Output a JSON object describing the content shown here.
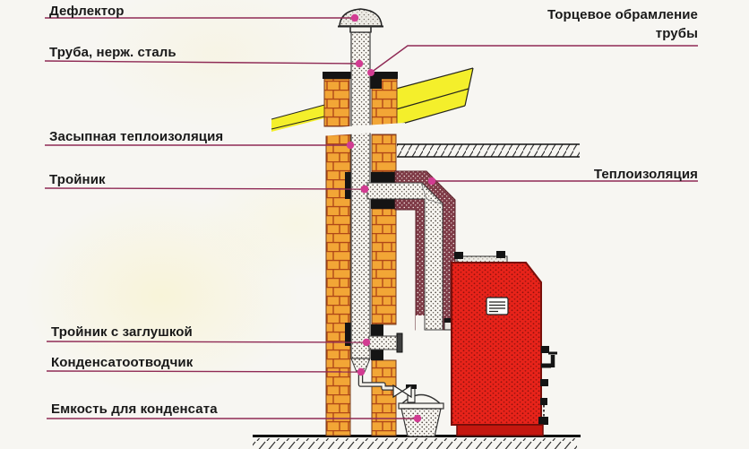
{
  "diagram": {
    "labels": {
      "deflector": "Дефлектор",
      "pipe_steel": "Труба, нерж. сталь",
      "backfill_insulation": "Засыпная теплоизоляция",
      "tee": "Тройник",
      "end_framing": "Торцевое обрамление трубы",
      "insulation": "Теплоизоляция",
      "tee_with_plug": "Тройник с заглушкой",
      "condensate_trap": "Конденсатоотводчик",
      "condensate_tank": "Емкость для конденсата"
    },
    "colors": {
      "leader_line": "#8f2a55",
      "marker_dot": "#d23c92",
      "brick_fill": "#f2a636",
      "brick_mortar": "#b04818",
      "roof_yellow": "#f4ef2b",
      "boiler_red": "#e8231a",
      "insulation_wrap": "#7e3a46",
      "flashing_black": "#141414"
    }
  }
}
